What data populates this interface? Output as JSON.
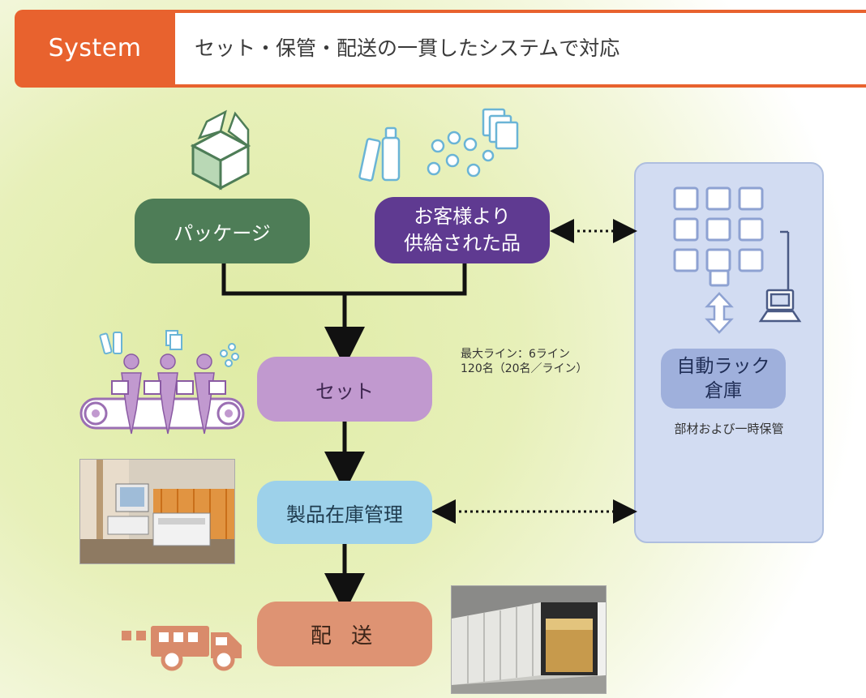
{
  "header": {
    "label": "System",
    "title": "セット・保管・配送の一貫したシステムで対応"
  },
  "nodes": {
    "package": "パッケージ",
    "customer_supplied": "お客様より\n供給された品",
    "set": "セット",
    "inventory": "製品在庫管理",
    "delivery": "配 送",
    "rack_warehouse": "自動ラック\n倉庫"
  },
  "notes": {
    "line_capacity": "最大ライン：6ライン\n120名（20名／ライン）",
    "rack_warehouse": "部材および一時保管"
  },
  "colors": {
    "header": "#e8622e",
    "package": "#4e7d57",
    "customer_supplied": "#5f3a91",
    "set": "#c199cf",
    "inventory": "#9dd1ea",
    "delivery": "#de9373",
    "rack_warehouse": "#9fb0dc",
    "panel": "#d2dcf2"
  },
  "icons": [
    "box-icon",
    "supplies-icon",
    "workers-conveyor-icon",
    "rack-shelves-icon",
    "computer-icon",
    "truck-icon",
    "office-photo",
    "warehouse-photo"
  ]
}
